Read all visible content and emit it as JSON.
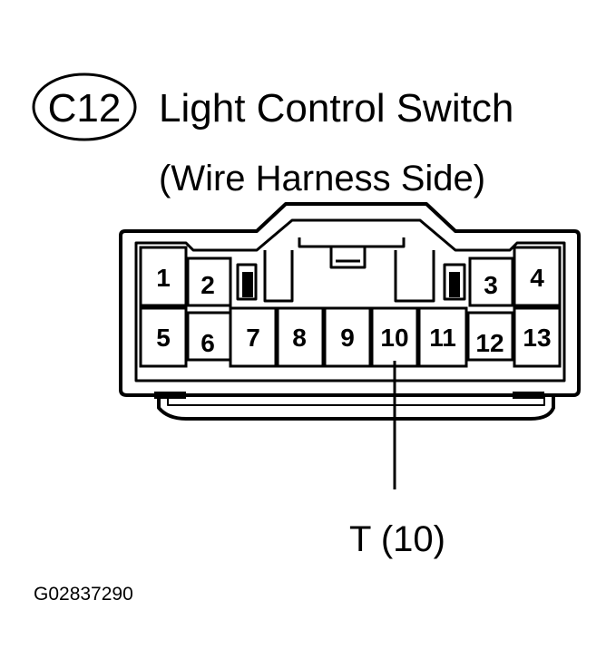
{
  "connector": {
    "code": "C12",
    "name": "Light Control Switch",
    "side": "(Wire Harness Side)",
    "pins": [
      "1",
      "2",
      "3",
      "4",
      "5",
      "6",
      "7",
      "8",
      "9",
      "10",
      "11",
      "12",
      "13"
    ]
  },
  "callout": {
    "label": "T (10)"
  },
  "figure_id": "G02837290",
  "colors": {
    "line": "#000000",
    "background": "#ffffff"
  }
}
